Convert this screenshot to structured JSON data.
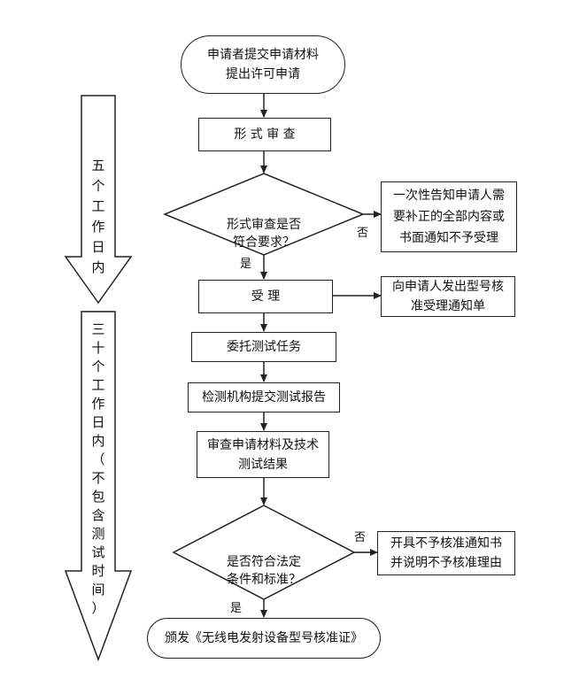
{
  "start": "申请者提交申请材料\n提出许可申请",
  "formal_review": "形 式 审 查",
  "decision1": "形式审查是否\n符合要求？",
  "reject1": "一次性告知申请人需\n要补正的全部内容或\n书面通知不予受理",
  "no1": "否",
  "yes1": "是",
  "accept": "受  理",
  "notice_accept": "向申请人发出型号核\n准受理通知单",
  "commission": "委托测试任务",
  "test_report": "检测机构提交测试报告",
  "review_materials": "审查申请材料及技术\n测试结果",
  "decision2": "是否符合法定\n条件和标准？",
  "no2": "否",
  "yes2": "是",
  "reject2": "开具不予核准通知书\n并说明不予核准理由",
  "end": "颁发《无线电发射设备型号核准证》",
  "timeline1": [
    "五",
    "个",
    "工",
    "作",
    "日",
    "内"
  ],
  "timeline2": [
    "三",
    "十",
    "个",
    "工",
    "作",
    "日",
    "内",
    "（",
    "不",
    "包",
    "含",
    "测",
    "试",
    "时",
    "间",
    "）"
  ]
}
